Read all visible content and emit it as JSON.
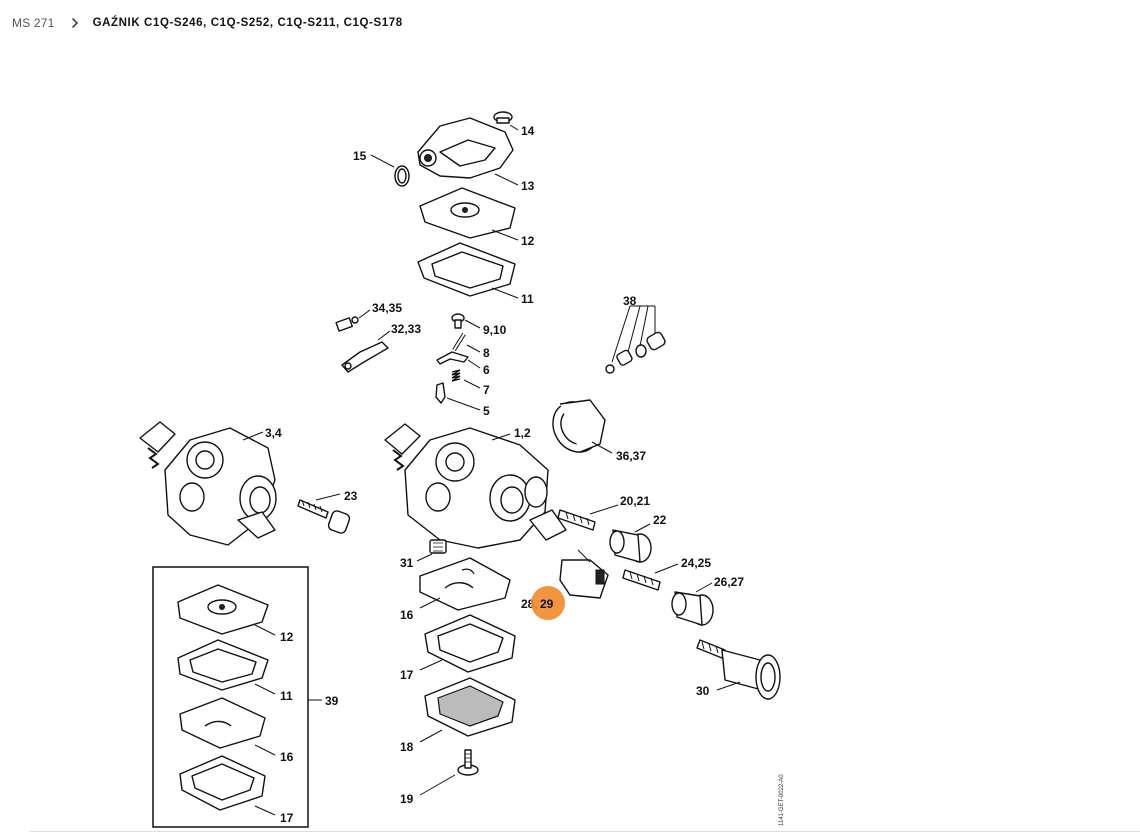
{
  "breadcrumb": {
    "root": "MS 271",
    "separator_icon": "chevron-right-icon",
    "current": "GAŹNIK C1Q-S246, C1Q-S252, C1Q-S211, C1Q-S178"
  },
  "diagram": {
    "drawing_code": "1141-GET-0022-A0",
    "highlight_color": "#f08a2c",
    "labels": {
      "l14": "14",
      "l15": "15",
      "l13": "13",
      "l12a": "12",
      "l11a": "11",
      "l3435": "34,35",
      "l3233": "32,33",
      "l910": "9,10",
      "l8": "8",
      "l6": "6",
      "l7": "7",
      "l5": "5",
      "l38": "38",
      "l3637": "36,37",
      "l34": "3,4",
      "l12b": "1,2",
      "l23": "23",
      "l2021": "20,21",
      "l22": "22",
      "l31": "31",
      "l2425": "24,25",
      "l2627": "26,27",
      "l16a": "16",
      "l2829a": "28,",
      "l2829b": "29",
      "l17a": "17",
      "l30": "30",
      "l18": "18",
      "l19": "19",
      "k12": "12",
      "k11": "11",
      "k16": "16",
      "k17": "17",
      "k39": "39"
    }
  }
}
